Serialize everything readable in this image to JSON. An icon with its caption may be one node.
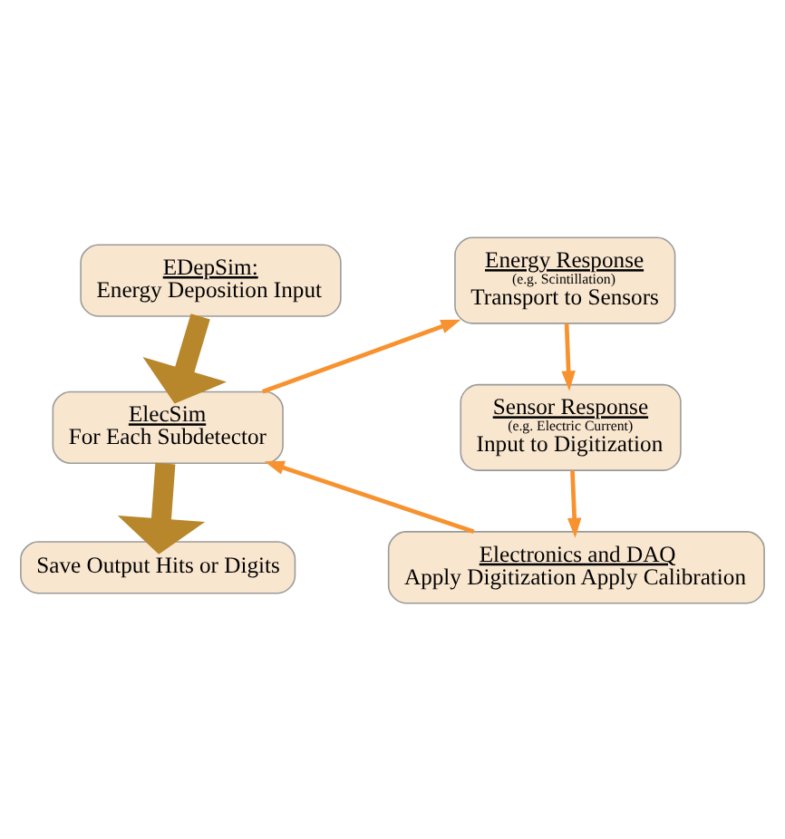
{
  "diagram": {
    "nodes": [
      {
        "text": [
          "EDepSim:",
          "Energy Deposition Input"
        ]
      },
      {
        "text": [
          "ElecSim",
          "For Each Subdetector"
        ]
      },
      {
        "text": [
          "Save Output Hits or Digits"
        ]
      },
      {
        "text": [
          "Energy Response",
          "(e.g. Scintillation)",
          "Transport to Sensors"
        ]
      },
      {
        "text": [
          "Sensor Response",
          "(e.g. Electric Current)",
          "Input to Digitization"
        ]
      },
      {
        "text": [
          "Electronics and DAQ",
          "Apply Digitization Apply Calibration"
        ]
      }
    ],
    "edges": [
      {
        "from": 0,
        "to": 1,
        "arrow": "to",
        "style": "thick",
        "color": "#b8862b"
      },
      {
        "from": 1,
        "to": 2,
        "arrow": "to",
        "style": "thick",
        "color": "#b8862b"
      },
      {
        "from": 1,
        "to": 3,
        "arrow": "to"
      },
      {
        "from": 3,
        "to": 4,
        "arrow": "to"
      },
      {
        "from": 4,
        "to": 5,
        "arrow": "to"
      },
      {
        "from": 5,
        "to": 1,
        "arrow": "to"
      }
    ]
  }
}
